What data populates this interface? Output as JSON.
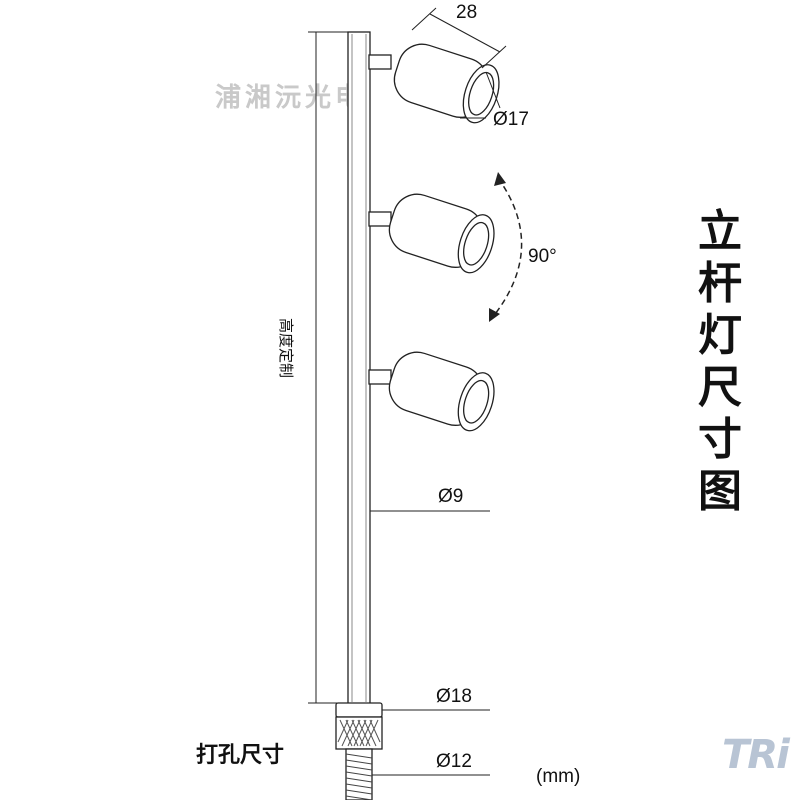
{
  "diagram": {
    "title_chars": [
      "立",
      "杆",
      "灯",
      "尺",
      "寸",
      "图"
    ],
    "watermark": "浦湘沅光电",
    "logo_text": "TRi",
    "height_label": "高度定制",
    "dimensions": {
      "lamp_length": "28",
      "lamp_diameter": "Ø17",
      "rotation_angle": "90°",
      "pole_diameter": "Ø9",
      "base_diameter": "Ø18",
      "thread_diameter": "Ø12"
    },
    "hole_size_label": "打孔尺寸",
    "unit_label": "(mm)"
  }
}
